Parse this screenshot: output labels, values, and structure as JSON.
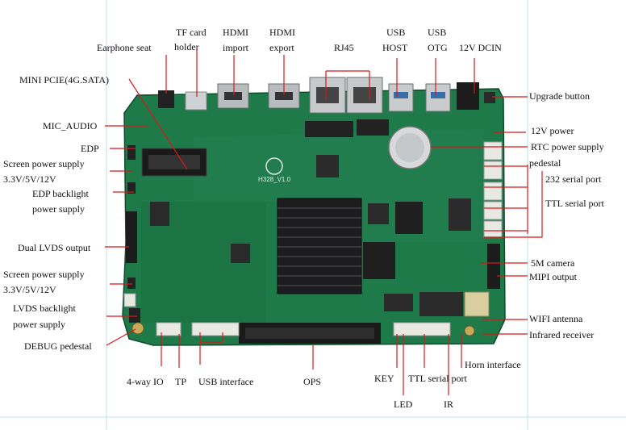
{
  "board": {
    "silkscreen": "H328_V1.0",
    "colors": {
      "pcb": "#1f7a4a",
      "pcb_dark": "#145a35",
      "heatsink": "#1d1d1f",
      "leader": "#d81818",
      "connector": "#e9e9e4"
    }
  },
  "labels": {
    "earphone_seat": "Earphone seat",
    "tf_card_holder_1": "TF     card",
    "tf_card_holder_2": "holder",
    "hdmi_import_1": "HDMI",
    "hdmi_import_2": "import",
    "hdmi_export_1": "HDMI",
    "hdmi_export_2": "export",
    "rj45": "RJ45",
    "usb_host_1": "USB",
    "usb_host_2": "HOST",
    "usb_otg_1": "USB",
    "usb_otg_2": "OTG",
    "dcin": "12V DCIN",
    "mini_pcie": "MINI PCIE(4G.SATA)",
    "mic_audio": "MIC_AUDIO",
    "edp": "EDP",
    "screen_power_a_1": "Screen  power  supply",
    "screen_power_a_2": "3.3V/5V/12V",
    "edp_backlight_1": "EDP  backlight",
    "edp_backlight_2": "power supply",
    "dual_lvds": "Dual LVDS output",
    "screen_power_b_1": "Screen  power  supply",
    "screen_power_b_2": "3.3V/5V/12V",
    "lvds_backlight_1": "LVDS       backlight",
    "lvds_backlight_2": "power supply",
    "debug_pedestal": "DEBUG pedestal",
    "upgrade_button": "Upgrade button",
    "v12_power": "12V         power",
    "rtc_power": "RTC power supply",
    "pedestal": "pedestal",
    "serial_232": "232 serial port",
    "ttl_serial_right": "TTL serial port",
    "camera_5m": "5M camera",
    "mipi_output": "MIPI output",
    "wifi_antenna": "WIFI  antenna",
    "infrared_receiver": "Infrared receiver",
    "horn_interface": "Horn interface",
    "io_4way": "4-way IO",
    "tp": "TP",
    "usb_interface": "USB interface",
    "ops": "OPS",
    "key": "KEY",
    "ttl_serial_bottom": "TTL serial  port",
    "led": "LED",
    "ir": "IR"
  }
}
